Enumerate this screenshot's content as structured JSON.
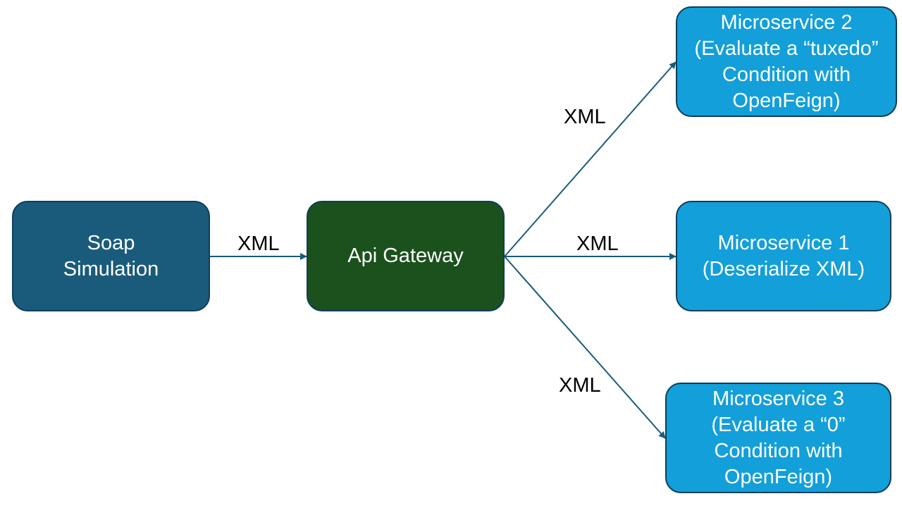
{
  "nodes": {
    "soap": {
      "lines": [
        "Soap",
        "Simulation"
      ]
    },
    "gateway": {
      "lines": [
        "Api Gateway"
      ]
    },
    "ms2": {
      "lines": [
        "Microservice 2",
        "(Evaluate a “tuxedo”",
        "Condition with",
        "OpenFeign)"
      ]
    },
    "ms1": {
      "lines": [
        "Microservice 1",
        "(Deserialize XML)"
      ]
    },
    "ms3": {
      "lines": [
        "Microservice 3",
        "(Evaluate a “0”",
        "Condition with",
        "OpenFeign)"
      ]
    }
  },
  "edges": {
    "soap_to_gateway": "XML",
    "gateway_to_ms2": "XML",
    "gateway_to_ms1": "XML",
    "gateway_to_ms3": "XML"
  },
  "colors": {
    "soap_fill": "#1a5b7c",
    "gateway_fill": "#1b511d",
    "microservice_fill": "#139fd9",
    "box_border": "#0f3d5a",
    "arrow": "#1a5b7c"
  }
}
